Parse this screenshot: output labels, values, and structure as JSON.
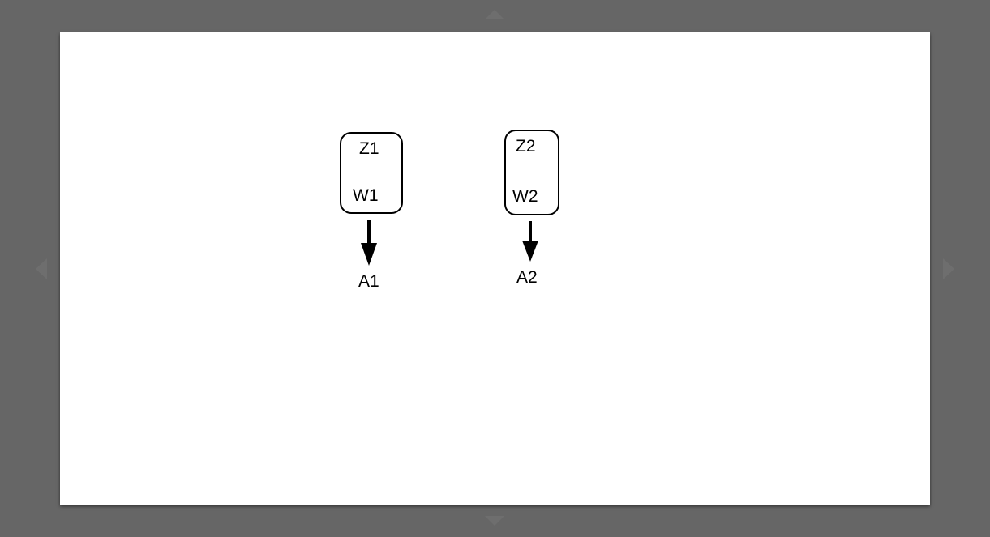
{
  "navigation": {
    "up_icon": "chevron-up-icon",
    "down_icon": "chevron-down-icon",
    "left_icon": "chevron-left-icon",
    "right_icon": "chevron-right-icon"
  },
  "diagram": {
    "nodes": [
      {
        "top_label": "Z1",
        "bottom_label": "W1",
        "output_label": "A1"
      },
      {
        "top_label": "Z2",
        "bottom_label": "W2",
        "output_label": "A2"
      }
    ]
  }
}
